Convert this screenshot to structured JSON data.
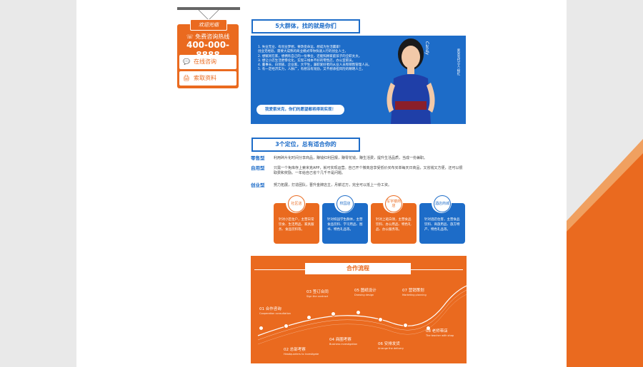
{
  "sidebar": {
    "sign": "欢迎光临",
    "hotline_label": "免费咨询热线",
    "phone": "400-000-8888",
    "buttons": [
      {
        "label": "在线咨询",
        "icon": "chat-icon"
      },
      {
        "label": "索取资料",
        "icon": "printer-icon"
      }
    ]
  },
  "banner": {
    "title": "5大群体，找的就是你们",
    "items": [
      "1. 失业无业、有创业梦想，要改变命运，想成为生活赢家！",
      "创业无经验，需要大成熟的商业模式带你快速入行的创业人士。",
      "2. 想赋闲在家，想拥有自己的一份事业，还能照顾家庭孩子的全职太太。",
      "3. 想让小店生活更惨化化，实现三线本不好的零售店，办公室职员。",
      "4. 董事长、白领族、企业家、大学生，兼职爱好者的从业人员和销售管理人员。",
      "5. 有一定经济实力，人脉广，有想法有闯劲，又不想承担风险的精明人士。"
    ],
    "cta": "我爱索米克，你们的愿望都将得到实现！",
    "signature": "Candy",
    "caption": "索米克代言人·程红"
  },
  "positioning": {
    "title": "3个定位，总有适合你的",
    "rows": [
      {
        "label": "零售型",
        "desc": "利用碎片化时间分享商品，赚钱红利回报，赚零花钱，赚生活费，提升生活品质，当成一份兼职。"
      },
      {
        "label": "自用型",
        "desc": "只需一个免库存上索米克APP，就可实现运营。自己开个微商店享受低价买布买单每天日商品，又省钱又方便，还可以很取费和奖励。一年给自己省个几千不是问题。"
      },
      {
        "label": "创业型",
        "desc": "努力拓展，打造团队，晋升金牌店主，月薪过万，完全可以抵上一份工资。"
      }
    ],
    "cards": [
      {
        "name": "社区店",
        "desc": "针对小区住户，主营日常饮食、生活用品、家具服务、食品饮料等。",
        "color": "#ea6a1f"
      },
      {
        "name": "校园店",
        "desc": "针对校园学生群体，主营食品饮料、学习用品、图书、特色礼品等。",
        "color": "#1d6cc8"
      },
      {
        "name": "写字楼商店",
        "desc": "针对上班白领，主营食品饮料、办公用品、特色礼品、办公服务等。",
        "color": "#ea6a1f"
      },
      {
        "name": "酒店商城",
        "desc": "针对酒店住客，主营食品饮料、商旅用品、旅方特产、特色礼品等。",
        "color": "#1d6cc8"
      }
    ]
  },
  "flow": {
    "title": "合作流程",
    "steps": [
      {
        "no": "01",
        "cn": "合作咨询",
        "en": "Cooperation consultation"
      },
      {
        "no": "02",
        "cn": "总部考察",
        "en": "Headquarters to investigate"
      },
      {
        "no": "03",
        "cn": "签订合同",
        "en": "Sign the contract"
      },
      {
        "no": "04",
        "cn": "商圈考察",
        "en": "Business investigation"
      },
      {
        "no": "05",
        "cn": "图纸设计",
        "en": "Drawing design"
      },
      {
        "no": "06",
        "cn": "安排发货",
        "en": "Arrange the delivery"
      },
      {
        "no": "07",
        "cn": "营销策划",
        "en": "Marketing planning"
      },
      {
        "no": "08",
        "cn": "老师带店",
        "en": "The teacher with shop"
      }
    ]
  },
  "colors": {
    "orange": "#ea6a1f",
    "blue": "#1d6cc8"
  }
}
